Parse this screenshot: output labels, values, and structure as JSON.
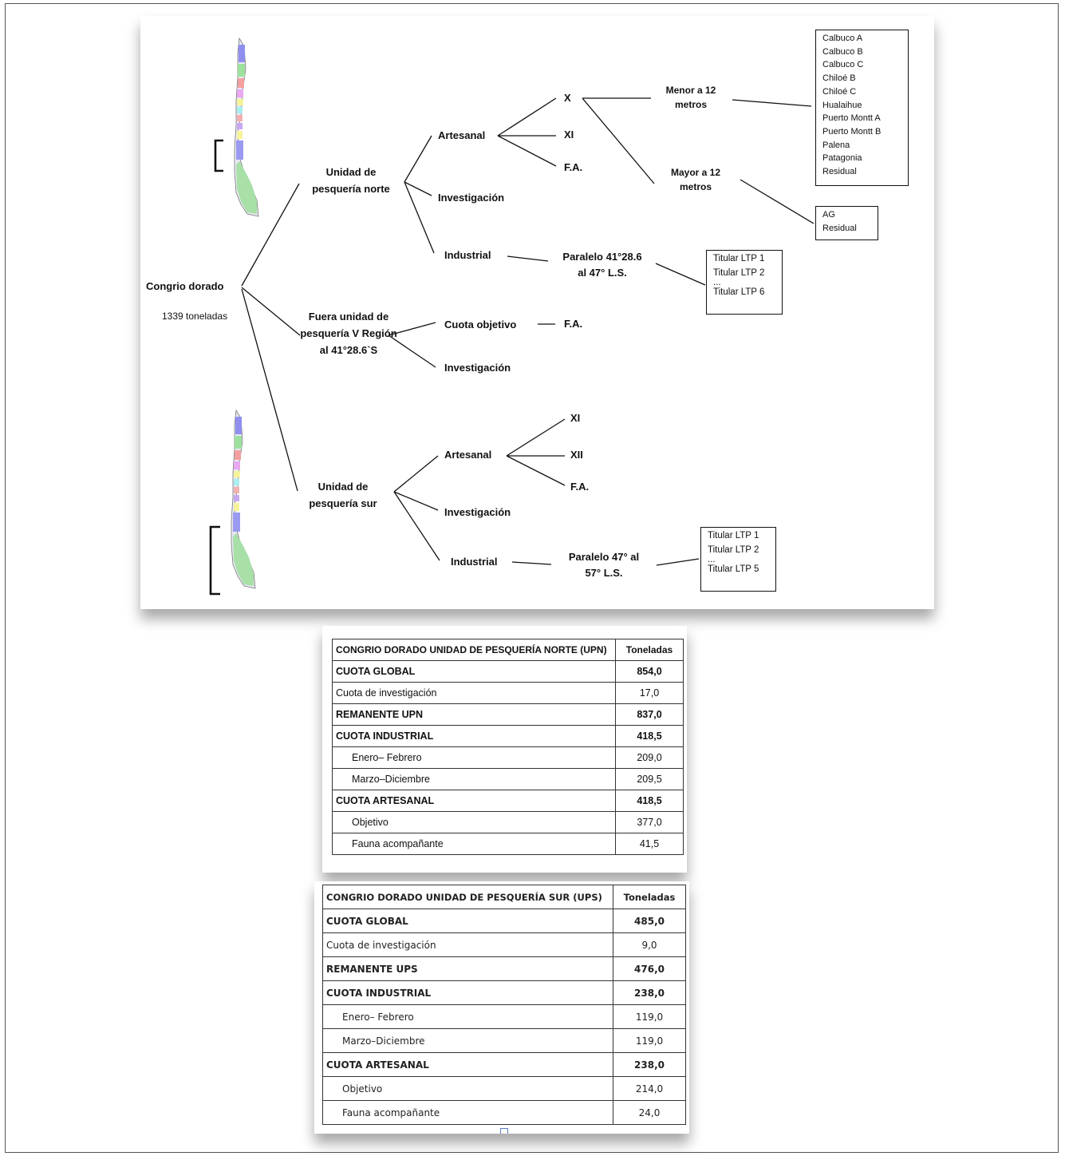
{
  "diagram": {
    "root": {
      "title": "Congrio dorado",
      "subtitle": "1339 toneladas"
    },
    "norte": {
      "label_l1": "Unidad de",
      "label_l2": "pesquería norte",
      "artesanal": "Artesanal",
      "investigacion": "Investigación",
      "industrial": "Industrial",
      "x": "X",
      "xi": "XI",
      "fa": "F.A.",
      "menor_l1": "Menor a 12",
      "menor_l2": "metros",
      "mayor_l1": "Mayor a 12",
      "mayor_l2": "metros",
      "menor_list": [
        "Calbuco A",
        "Calbuco B",
        "Calbuco C",
        "Chiloé B",
        "Chiloé C",
        "Hualaihue",
        "Puerto Montt A",
        "Puerto Montt B",
        "Palena",
        "Patagonia",
        "Residual"
      ],
      "mayor_list": [
        "AG",
        "Residual"
      ],
      "paralelo_l1": "Paralelo 41°28.6",
      "paralelo_l2": "al 47° L.S.",
      "titulares": [
        "Titular LTP 1",
        "Titular LTP 2",
        "...",
        "Titular LTP 6"
      ]
    },
    "fuera": {
      "label_l1": "Fuera unidad de",
      "label_l2": "pesquería V Región",
      "label_l3": "al 41°28.6`S",
      "cuota_objetivo": "Cuota objetivo",
      "fa": "F.A.",
      "investigacion": "Investigación"
    },
    "sur": {
      "label_l1": "Unidad de",
      "label_l2": "pesquería sur",
      "artesanal": "Artesanal",
      "investigacion": "Investigación",
      "industrial": "Industrial",
      "xi": "XI",
      "xii": "XII",
      "fa": "F.A.",
      "paralelo_l1": "Paralelo 47° al",
      "paralelo_l2": "57° L.S.",
      "titulares": [
        "Titular LTP 1",
        "Titular LTP 2",
        "...",
        "Titular LTP 5"
      ]
    }
  },
  "table_norte": {
    "header": [
      "CONGRIO DORADO UNIDAD DE PESQUERÍA NORTE (UPN)",
      "Toneladas"
    ],
    "rows": [
      [
        "CUOTA GLOBAL",
        "854,0"
      ],
      [
        "Cuota de investigación",
        "17,0"
      ],
      [
        "REMANENTE UPN",
        "837,0"
      ],
      [
        "CUOTA INDUSTRIAL",
        "418,5"
      ],
      [
        "Enero– Febrero",
        "209,0"
      ],
      [
        "Marzo–Diciembre",
        "209,5"
      ],
      [
        "CUOTA ARTESANAL",
        "418,5"
      ],
      [
        "Objetivo",
        "377,0"
      ],
      [
        "Fauna acompañante",
        "41,5"
      ]
    ]
  },
  "table_sur": {
    "header": [
      "CONGRIO DORADO UNIDAD DE PESQUERÍA SUR (UPS)",
      "Toneladas"
    ],
    "rows": [
      [
        "CUOTA GLOBAL",
        "485,0"
      ],
      [
        "Cuota de investigación",
        "9,0"
      ],
      [
        "REMANENTE UPS",
        "476,0"
      ],
      [
        "CUOTA INDUSTRIAL",
        "238,0"
      ],
      [
        "Enero– Febrero",
        "119,0"
      ],
      [
        "Marzo–Diciembre",
        "119,0"
      ],
      [
        "CUOTA ARTESANAL",
        "238,0"
      ],
      [
        "Objetivo",
        "214,0"
      ],
      [
        "Fauna acompañante",
        "24,0"
      ]
    ]
  }
}
